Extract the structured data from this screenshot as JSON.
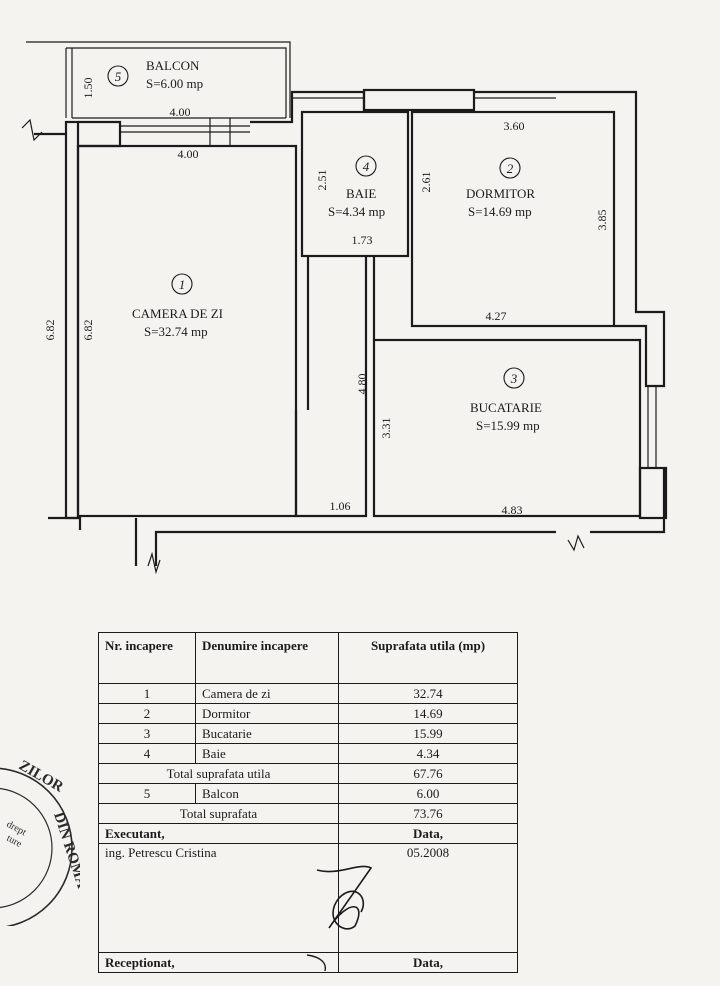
{
  "rooms": [
    {
      "number": "1",
      "name": "CAMERA DE ZI",
      "area": "S=32.74 mp"
    },
    {
      "number": "2",
      "name": "DORMITOR",
      "area": "S=14.69 mp"
    },
    {
      "number": "3",
      "name": "BUCATARIE",
      "area": "S=15.99 mp"
    },
    {
      "number": "4",
      "name": "BAIE",
      "area": "S=4.34 mp"
    },
    {
      "number": "5",
      "name": "BALCON",
      "area": "S=6.00 mp"
    }
  ],
  "dimensions": {
    "balcon_depth": "1.50",
    "balcon_width": "4.00",
    "living_width": "4.00",
    "living_height_outer": "6.82",
    "living_height_inner": "6.82",
    "bath_height": "2.51",
    "bath_width": "1.73",
    "bedroom_left_height": "2.61",
    "bedroom_width": "3.60",
    "bedroom_height": "3.85",
    "bedroom_bottom": "4.27",
    "hall_height": "4.80",
    "kitchen_height": "3.31",
    "hall_width": "1.06",
    "kitchen_width": "4.83"
  },
  "table": {
    "headers": {
      "nr": "Nr. incapere",
      "name": "Denumire incapere",
      "area": "Suprafata utila (mp)"
    },
    "rows": [
      {
        "nr": "1",
        "name": "Camera de zi",
        "area": "32.74"
      },
      {
        "nr": "2",
        "name": "Dormitor",
        "area": "14.69"
      },
      {
        "nr": "3",
        "name": "Bucatarie",
        "area": "15.99"
      },
      {
        "nr": "4",
        "name": "Baie",
        "area": "4.34"
      }
    ],
    "total_util_label": "Total suprafata utila",
    "total_util_value": "67.76",
    "balcon_row": {
      "nr": "5",
      "name": "Balcon",
      "area": "6.00"
    },
    "total_label": "Total suprafata",
    "total_value": "73.76",
    "executant_label": "Executant,",
    "data_label": "Data,",
    "executant_name": "ing. Petrescu Cristina",
    "executant_date": "05.2008",
    "receptionat_label": "Receptionat,",
    "data_label_2": "Data,"
  },
  "stamp": {
    "text": "ZILOR DIN ROMA",
    "inner": "drept ture"
  }
}
